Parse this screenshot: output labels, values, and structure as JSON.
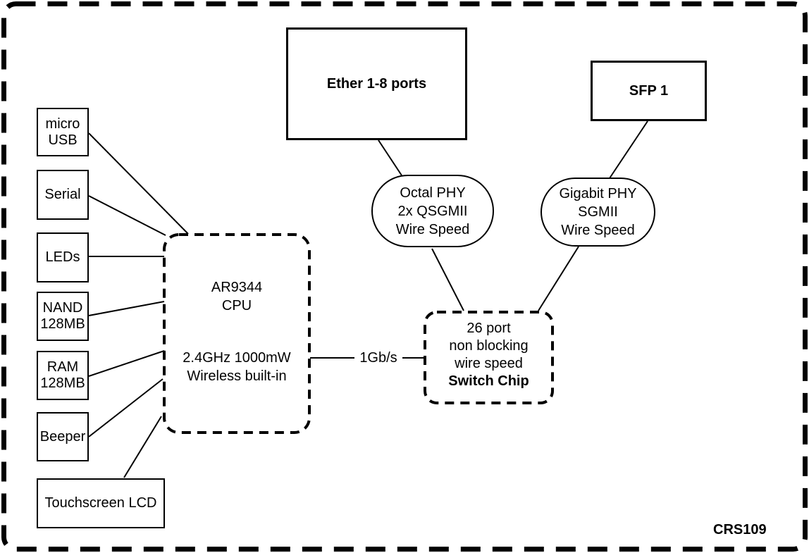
{
  "diagram": {
    "model_label": "CRS109",
    "colors": {
      "background": "#ffffff",
      "line": "#000000"
    },
    "peripherals": {
      "micro_usb": {
        "lines": [
          "micro",
          "USB"
        ]
      },
      "serial": {
        "label": "Serial"
      },
      "leds": {
        "label": "LEDs"
      },
      "nand": {
        "lines": [
          "NAND",
          "128MB"
        ]
      },
      "ram": {
        "lines": [
          "RAM",
          "128MB"
        ]
      },
      "beeper": {
        "label": "Beeper"
      },
      "touchscreen_lcd": {
        "label": "Touchscreen LCD"
      }
    },
    "cpu": {
      "lines": [
        "AR9344",
        "CPU"
      ],
      "detail_lines": [
        "2.4GHz 1000mW",
        "Wireless built-in"
      ]
    },
    "ports": {
      "ether": {
        "label": "Ether 1-8 ports"
      },
      "sfp": {
        "label": "SFP 1"
      }
    },
    "phys": {
      "octal": {
        "lines": [
          "Octal PHY",
          "2x QSGMII",
          "Wire Speed"
        ]
      },
      "gigabit": {
        "lines": [
          "Gigabit PHY",
          "SGMII",
          "Wire Speed"
        ]
      }
    },
    "switch_chip": {
      "lines": [
        "26 port",
        "non blocking",
        "wire speed"
      ],
      "bold_line": "Switch Chip"
    },
    "links": {
      "cpu_to_switch": "1Gb/s"
    }
  }
}
